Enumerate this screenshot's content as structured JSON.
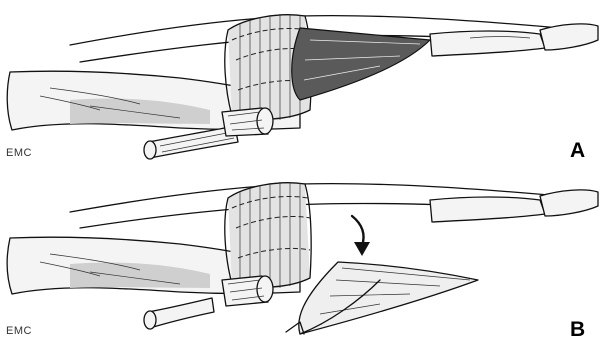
{
  "figure": {
    "logo_top": "EMC",
    "logo_bottom": "EMC",
    "label_a": "A",
    "label_b": "B"
  }
}
